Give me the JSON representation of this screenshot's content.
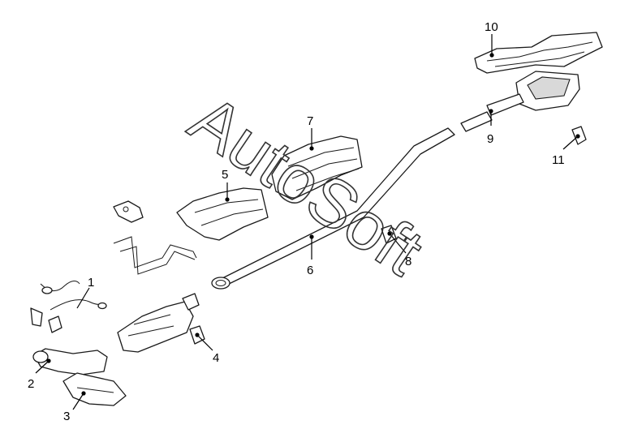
{
  "watermark": "AutoSoft",
  "callouts": [
    "1",
    "2",
    "3",
    "4",
    "5",
    "6",
    "7",
    "8",
    "9",
    "10",
    "11"
  ]
}
